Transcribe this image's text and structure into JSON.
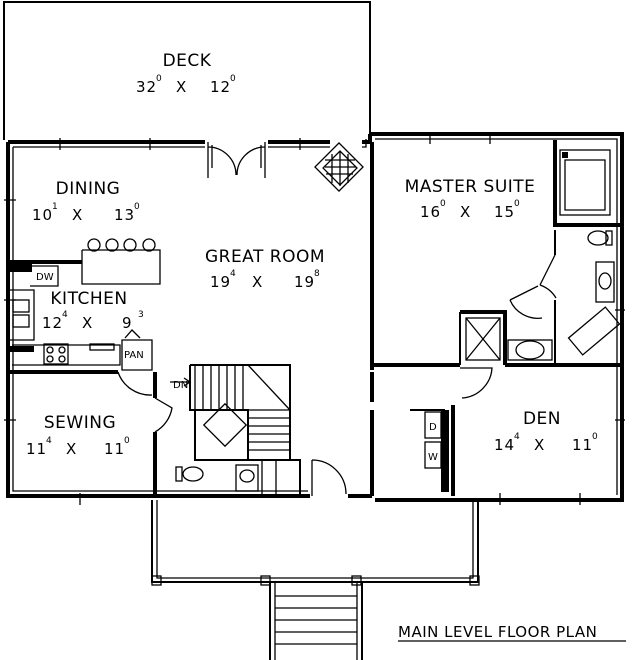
{
  "rooms": {
    "deck": {
      "name": "DECK",
      "w": "32",
      "w_sup": "0",
      "l": "12",
      "l_sup": "0"
    },
    "dining": {
      "name": "DINING",
      "w": "10",
      "w_sup": "1",
      "l": "13",
      "l_sup": "0"
    },
    "great": {
      "name": "GREAT ROOM",
      "w": "19",
      "w_sup": "4",
      "l": "19",
      "l_sup": "8"
    },
    "master": {
      "name": "MASTER SUITE",
      "w": "16",
      "w_sup": "0",
      "l": "15",
      "l_sup": "0"
    },
    "kitchen": {
      "name": "KITCHEN",
      "w": "12",
      "w_sup": "4",
      "l": "9",
      "l_sup": "3"
    },
    "sewing": {
      "name": "SEWING",
      "w": "11",
      "w_sup": "4",
      "l": "11",
      "l_sup": "0"
    },
    "den": {
      "name": "DEN",
      "w": "14",
      "w_sup": "4",
      "l": "11",
      "l_sup": "0"
    }
  },
  "sep": "X",
  "fixtures": {
    "dw": "DW",
    "pan": "PAN",
    "dn": "DN",
    "d": "D",
    "w": "W"
  },
  "plan_title": "MAIN LEVEL FLOOR PLAN"
}
